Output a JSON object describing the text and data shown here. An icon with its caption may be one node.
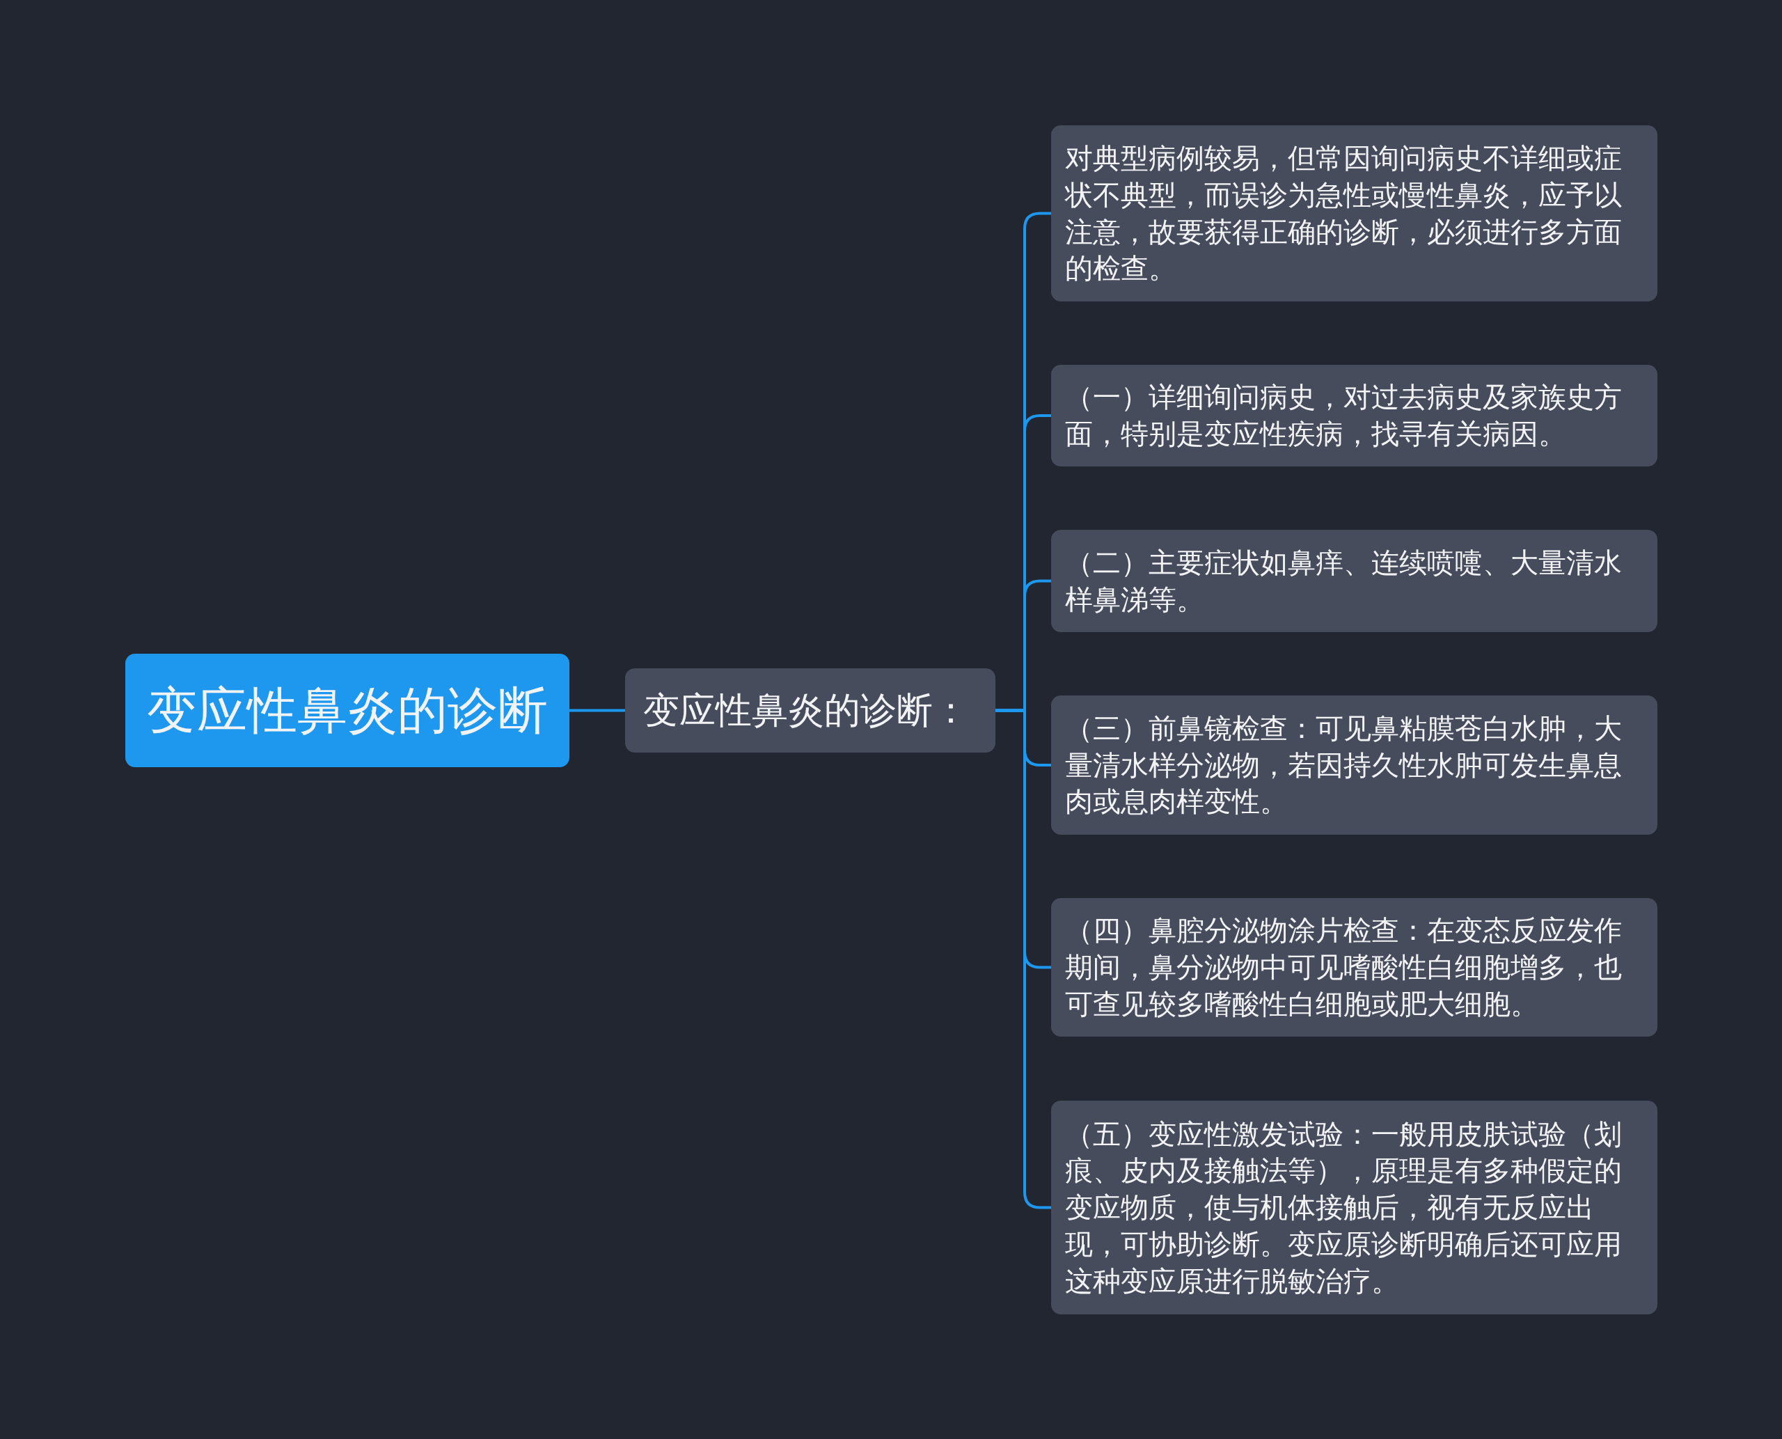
{
  "diagram": {
    "nodes": [
      {
        "text": [
          "变应性鼻炎的诊断"
        ]
      },
      {
        "text": [
          "变应性鼻炎的诊断："
        ]
      },
      {
        "text": [
          "对典型病例较易，但常因询问病史不详细或症状不典型，而误诊为急性或慢性鼻炎，应予以注意，故要获得正确的诊断，必须进行多方面的检查。"
        ]
      },
      {
        "text": [
          "（一）详细询问病史，对过去病史及家族史方面，特别是变应性疾病，找寻有关病因。"
        ]
      },
      {
        "text": [
          "（二）主要症状如鼻痒、连续喷嚏、大量清水样鼻涕等。"
        ]
      },
      {
        "text": [
          "（三）前鼻镜检查：可见鼻粘膜苍白水肿，大量清水样分泌物，若因持久性水肿可发生鼻息肉或息肉样变性。"
        ]
      },
      {
        "text": [
          "（四）鼻腔分泌物涂片检查：在变态反应发作期间，鼻分泌物中可见嗜酸性白细胞增多，也可查见较多嗜酸性白细胞或肥大细胞。"
        ]
      },
      {
        "text": [
          "（五）变应性激发试验：一般用皮肤试验（划痕、皮内及接触法等），原理是有多种假定的变应物质，使与机体接触后，视有无反应出现，可协助诊断。变应原诊断明确后还可应用这种变应原进行脱敏治疗。"
        ]
      }
    ],
    "edges": [
      {
        "from": 0,
        "to": 1,
        "arrow": "none"
      },
      {
        "from": 1,
        "to": 2,
        "arrow": "none"
      },
      {
        "from": 1,
        "to": 3,
        "arrow": "none"
      },
      {
        "from": 1,
        "to": 4,
        "arrow": "none"
      },
      {
        "from": 1,
        "to": 5,
        "arrow": "none"
      },
      {
        "from": 1,
        "to": 6,
        "arrow": "none"
      },
      {
        "from": 1,
        "to": 7,
        "arrow": "none"
      }
    ]
  }
}
